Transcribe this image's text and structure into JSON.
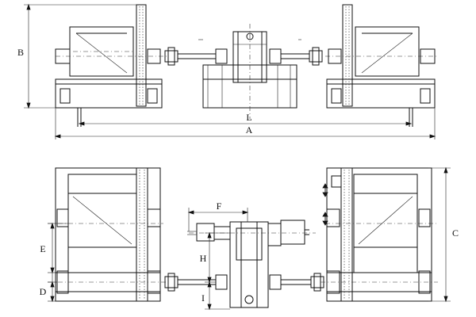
{
  "dimensions": {
    "A": "A",
    "B": "B",
    "C": "C",
    "D": "D",
    "E": "E",
    "F": "F",
    "H": "H",
    "I": "I",
    "L": "L"
  },
  "colors": {
    "line": "#111111",
    "background": "#ffffff"
  }
}
